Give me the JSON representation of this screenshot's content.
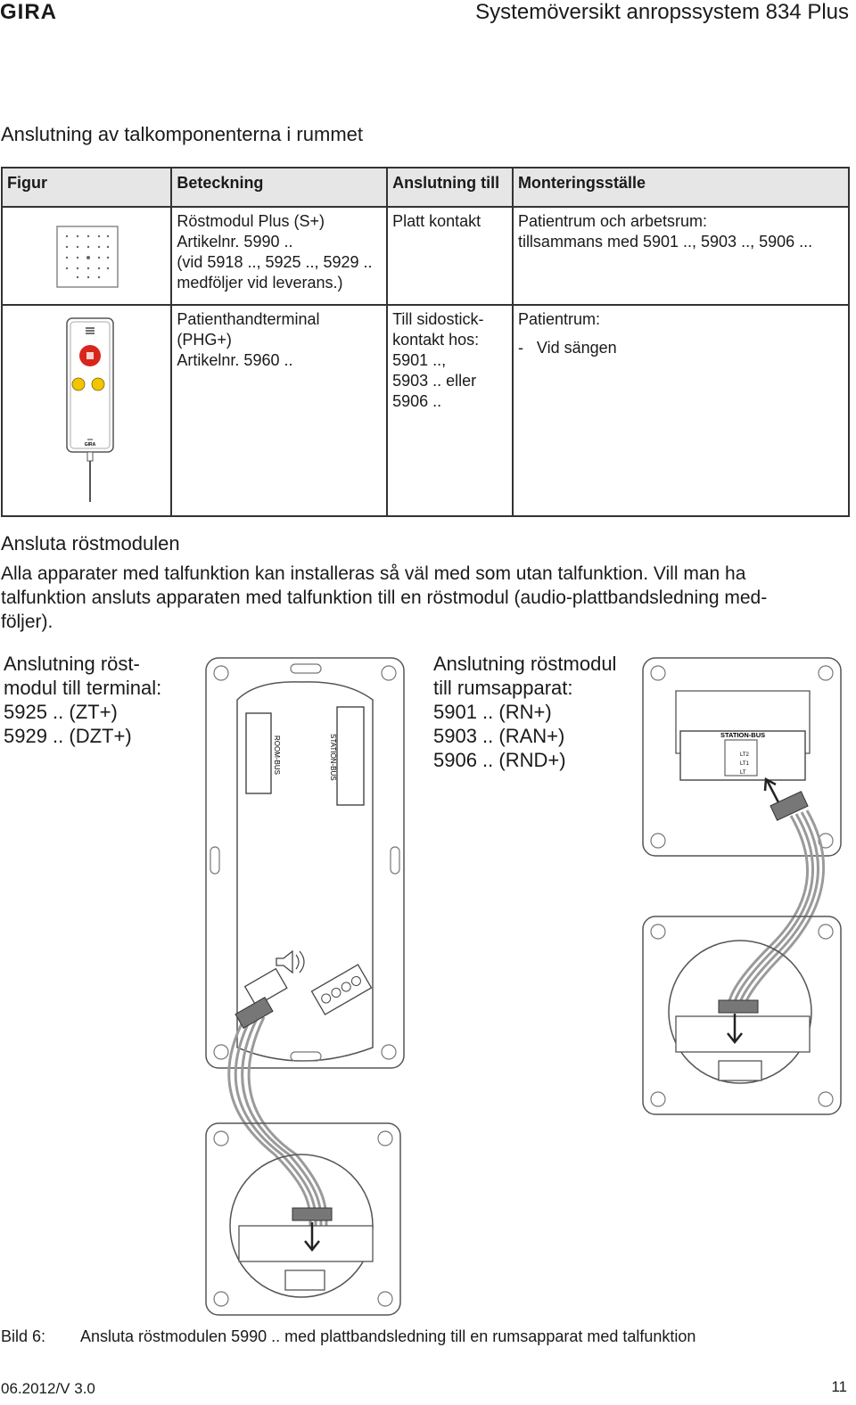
{
  "header": {
    "brand": "GIRA",
    "title": "Systemöversikt anropssystem 834 Plus"
  },
  "section1": {
    "heading": "Anslutning av talkomponenterna i rummet"
  },
  "table": {
    "columns": [
      "Figur",
      "Beteckning",
      "Anslutning till",
      "Monteringsställe"
    ],
    "rows": [
      {
        "figure": "speech-module",
        "designation": [
          "Röstmodul Plus (S+)",
          "Artikelnr. 5990 ..",
          "(vid 5918 .., 5925 .., 5929 ..",
          "medföljer vid leverans.)"
        ],
        "connection": [
          "Platt kontakt"
        ],
        "location": [
          "Patientrum och arbetsrum:",
          "tillsammans med 5901 .., 5903 .., 5906 ..."
        ]
      },
      {
        "figure": "patient-handset",
        "designation": [
          "Patienthandterminal",
          "(PHG+)",
          "Artikelnr. 5960 .."
        ],
        "connection": [
          "Till sidostick-",
          "kontakt hos:",
          "5901 ..,",
          "5903 .. eller",
          "5906 .."
        ],
        "location": [
          "Patientrum:",
          "-   Vid sängen"
        ]
      }
    ]
  },
  "section2": {
    "heading": "Ansluta röstmodulen",
    "paragraph": [
      "Alla apparater med talfunktion kan installeras så väl med som utan talfunktion. Vill man ha",
      "talfunktion ansluts apparaten med talfunktion till en röstmodul (audio-plattbandsledning med-",
      "följer)."
    ]
  },
  "left_label": [
    "Anslutning röst-",
    "modul till terminal:",
    "5925 .. (ZT+)",
    "5929 .. (DZT+)"
  ],
  "right_label": [
    "Anslutning röstmodul",
    "till rumsapparat:",
    "5901 .. (RN+)",
    "5903 .. (RAN+)",
    "5906 .. (RND+)"
  ],
  "figure_text": {
    "room_bus": "ROOM-BUS",
    "station_bus": "STATION-BUS",
    "station_bus_right": "STATION-BUS",
    "lt2": "LT2",
    "lt1": "LT1",
    "lt": "LT",
    "handset_brand": "GIRA"
  },
  "caption": {
    "label": "Bild 6:",
    "text": "Ansluta röstmodulen 5990 .. med plattbandsledning till en rumsapparat med talfunktion"
  },
  "footer": {
    "version": "06.2012/V 3.0",
    "page": "11"
  },
  "colors": {
    "table_header": "#e6e6e6",
    "handset_red": "#d9261c",
    "handset_yellow": "#f2c500",
    "cable": "#9a9a9a"
  }
}
